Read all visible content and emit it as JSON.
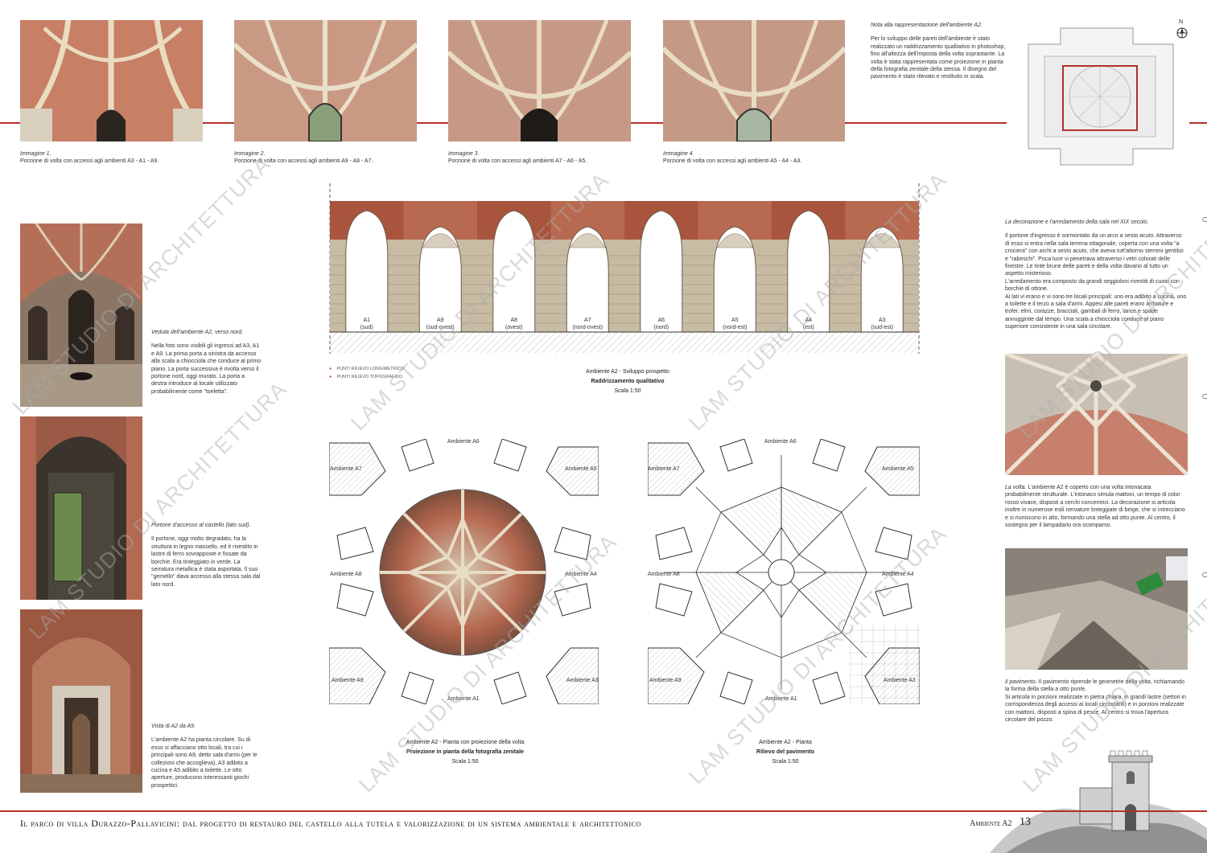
{
  "photos_top": [
    {
      "caption_title": "Immagine 1.",
      "caption_text": "Porzione di volta con accessi agli ambienti A3 - A1 - A9."
    },
    {
      "caption_title": "Immagine 2.",
      "caption_text": "Porzione di volta con accessi agli ambienti A9 - A8 - A7."
    },
    {
      "caption_title": "Immagine 3.",
      "caption_text": "Porzione di volta con accessi agli ambienti A7 - A6 - A5."
    },
    {
      "caption_title": "Immagine 4.",
      "caption_text": "Porzione di volta con accessi agli ambienti A5 - A4 - A3."
    }
  ],
  "note": {
    "title": "Nota alla rappresentazione dell'ambiente A2.",
    "body": "Per lo sviluppo delle pareti dell'ambiente è stato realizzato un raddrizzamento qualitativo in photoshop, fino all'altezza dell'imposta della volta soprastante. La volta è stata rappresentata come proiezione in pianta della fotografia zenitale della stessa. Il disegno del pavimento è stato rilevato e restituito in scala."
  },
  "north_label": "N",
  "left_col": [
    {
      "title": "Veduta dell'ambiente A2, verso nord.",
      "body": "Nella foto sono visibili gli ingressi ad A3, A1 e A9. La prima porta a sinistra da accesso alla scala a chiocciola che conduce al primo piano. La porta successiva è rivolta verso il portone nord, oggi murato. La porta a destra introduce al locale utilizzato probabilmente come \"toeletta\"."
    },
    {
      "title": "Portone d'accesso al castello (lato sud).",
      "body": "Il portone, oggi molto degradato, ha la struttura in legno massello, ed è rivestito in lastre di ferro sovrapposte e fissate da borchie. Era tinteggiato in verde. La serratura metallica è stata asportata. Il suo \"gemello\" dava accesso alla stessa sala dal lato nord."
    },
    {
      "title": "Vista di A2 da A9.",
      "body": "L'ambiente A2 ha pianta circolare. Su di esso si affacciano otto locali, tra cui i principali sono A9, detto sala d'armi (per le collezioni che accoglieva), A3 adibito a cucina e A5 adibito a toilette. Le otto aperture, producono interessanti giochi prospettici."
    }
  ],
  "elevation": {
    "labels": [
      {
        "code": "A1",
        "dir": "(sud)"
      },
      {
        "code": "A9",
        "dir": "(sud-ovest)"
      },
      {
        "code": "A8",
        "dir": "(ovest)"
      },
      {
        "code": "A7",
        "dir": "(nord-ovest)"
      },
      {
        "code": "A6",
        "dir": "(nord)"
      },
      {
        "code": "A5",
        "dir": "(nord-est)"
      },
      {
        "code": "A4",
        "dir": "(est)"
      },
      {
        "code": "A3",
        "dir": "(sud-est)"
      }
    ],
    "legend": [
      "PUNTI RILIEVO LONGIMETRICO",
      "PUNTI RILIEVO TOPOGRAFICO"
    ],
    "title": "Ambiente A2 - Sviluppo prospetto",
    "subtitle": "Raddrizzamento qualitativo",
    "scale": "Scala 1:50"
  },
  "plan_left": {
    "title": "Ambiente A2 - Pianta con proiezione della volta",
    "subtitle": "Proiezione in pianta della fotografia zenitale",
    "scale": "Scala 1:50"
  },
  "plan_right": {
    "title": "Ambiente A2 - Pianta",
    "subtitle": "Rilievo del pavimento",
    "scale": "Scala 1:50"
  },
  "plan_labels": {
    "a6": "Ambiente A6",
    "a7": "Ambiente A7",
    "a5": "Ambiente A5",
    "a8": "Ambiente A8",
    "a4": "Ambiente A4",
    "a9": "Ambiente A9",
    "a3": "Ambiente A3",
    "a1": "Ambiente A1"
  },
  "right_col": [
    {
      "title": "La decorazione e l'arredamento della sala nel XIX secolo.",
      "body": "Il portone d'ingresso è sormontato da un arco a sesto acuto. Attraverso di esso si entra nella sala terrena ottagonale, coperta con una volta \"a crociera\" con archi a sesto acuto, che aveva tutt'attorno stemmi gentilizi e \"rabeschi\". Poca luce vi penetrava attraverso i vetri colorati delle finestre. Le tinte brune delle pareti e della volta davano al tutto un aspetto misterioso.",
      "body2": "L'arredamento era composto da grandi seggioloni rivestiti di cuoio con borchie di ottone.",
      "body3": "Ai lati vi erano e vi sono tre locali principali: uno era adibito a cucina, uno a toilette e il terzo a sala d'armi. Appesi alle pareti erano armature e trofei: elmi, corazze, bracciali, gambali di ferro, lance e spade annugginite dal tempo. Una scala a chiocciola conduce al piano superiore consistente in una sala circolare."
    },
    {
      "title": "La volta.",
      "body": "L'ambiente A2 è coperto con una volta intonacata probabilmente strutturale. L'intonaco simula mattoni, un tempo di color rosso vivace, disposti a cerchi concentrici. La decorazione si articola inoltre in numerose esili nervature tinteggiate di beige, che si intrecciano e si riuniscono in alto, formando una stella ad otto punte. Al centro, il sostegno per il lampadario ora scomparso."
    },
    {
      "title": "Il pavimento.",
      "body": "Il pavimento riprende le geometrie della volta, richiamando la forma della stella a otto punte.",
      "body2": "Si articola in porzioni realizzate in pietra chiara, in grandi lastre (settori in corrispondenza degli accessi ai locali circostanti) e in porzioni realizzate con mattoni, disposti a spina di pesce. Al centro si trova l'apertura circolare del pozzo."
    }
  ],
  "watermark": "LAM STUDIO DI ARCHITETTURA",
  "footer": {
    "title": "Il parco di villa Durazzo-Pallavicini: dal progetto di restauro del castello alla tutela e valorizzazione di un sistema ambientale e architettonico",
    "section": "Ambiente A2",
    "page": "13"
  },
  "colors": {
    "accent": "#b4302a",
    "brick": "#b85843",
    "mortar": "#e3d7c6"
  }
}
